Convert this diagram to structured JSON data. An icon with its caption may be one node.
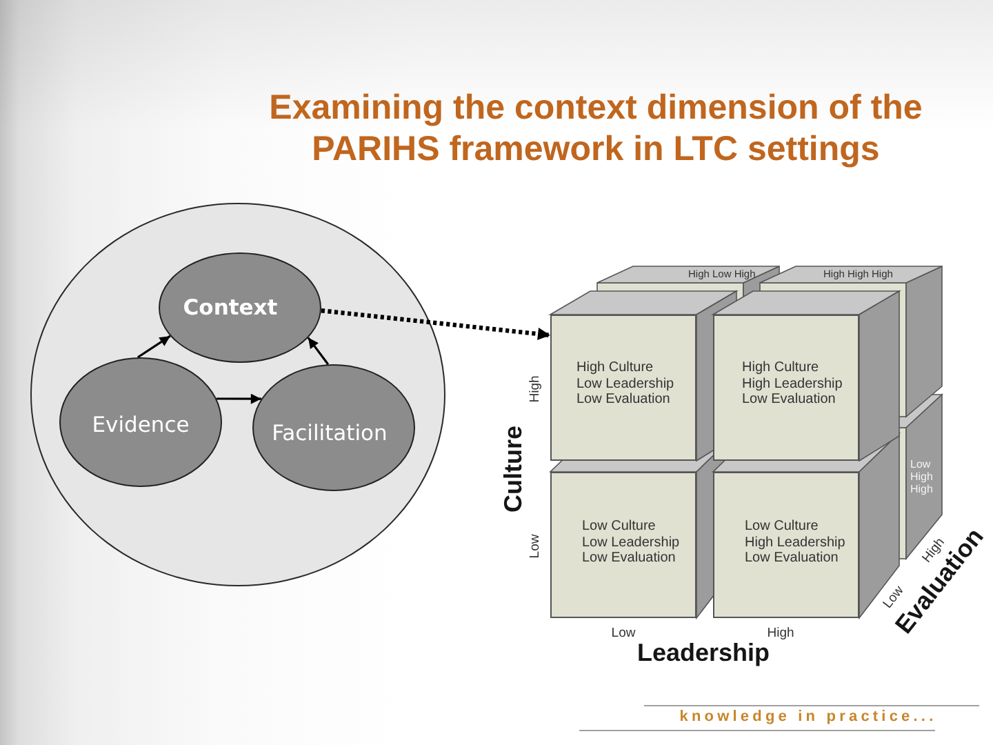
{
  "diagram": {
    "title": "Examining the context dimension of the PARIHS framework in LTC settings",
    "nodes": [
      {
        "text": [],
        "shape": "circle"
      },
      {
        "text": [
          "Context"
        ],
        "in": 0
      },
      {
        "text": [
          "Evidence"
        ],
        "in": 0
      },
      {
        "text": [
          "Facilitation"
        ],
        "in": 0
      },
      {
        "text": [],
        "shape": "cube"
      },
      {
        "text": [
          "High Low High"
        ],
        "in": 4
      },
      {
        "text": [
          "High High High"
        ],
        "in": 4
      },
      {
        "text": [
          "High Culture Low Leadership Low Evaluation"
        ],
        "in": 4
      },
      {
        "text": [
          "High Culture High Leadership Low Evaluation"
        ],
        "in": 4
      },
      {
        "text": [
          "Low High High"
        ],
        "in": 4
      },
      {
        "text": [
          "Low Culture Low Leadership Low Evaluation"
        ],
        "in": 4
      },
      {
        "text": [
          "Low Culture High Leadership Low Evaluation"
        ],
        "in": 4
      }
    ],
    "edges": [
      {
        "from": 2,
        "to": 1,
        "arrow": "to"
      },
      {
        "from": 2,
        "to": 3,
        "arrow": "to"
      },
      {
        "from": 3,
        "to": 1,
        "arrow": "to"
      },
      {
        "from": 1,
        "to": 4,
        "arrow": "to",
        "style": "dashed"
      }
    ],
    "labels": [
      "High",
      "Culture",
      "Low",
      "Low",
      "High",
      "Leadership",
      "Low",
      "High",
      "Evaluation",
      "knowledge in practice..."
    ]
  }
}
